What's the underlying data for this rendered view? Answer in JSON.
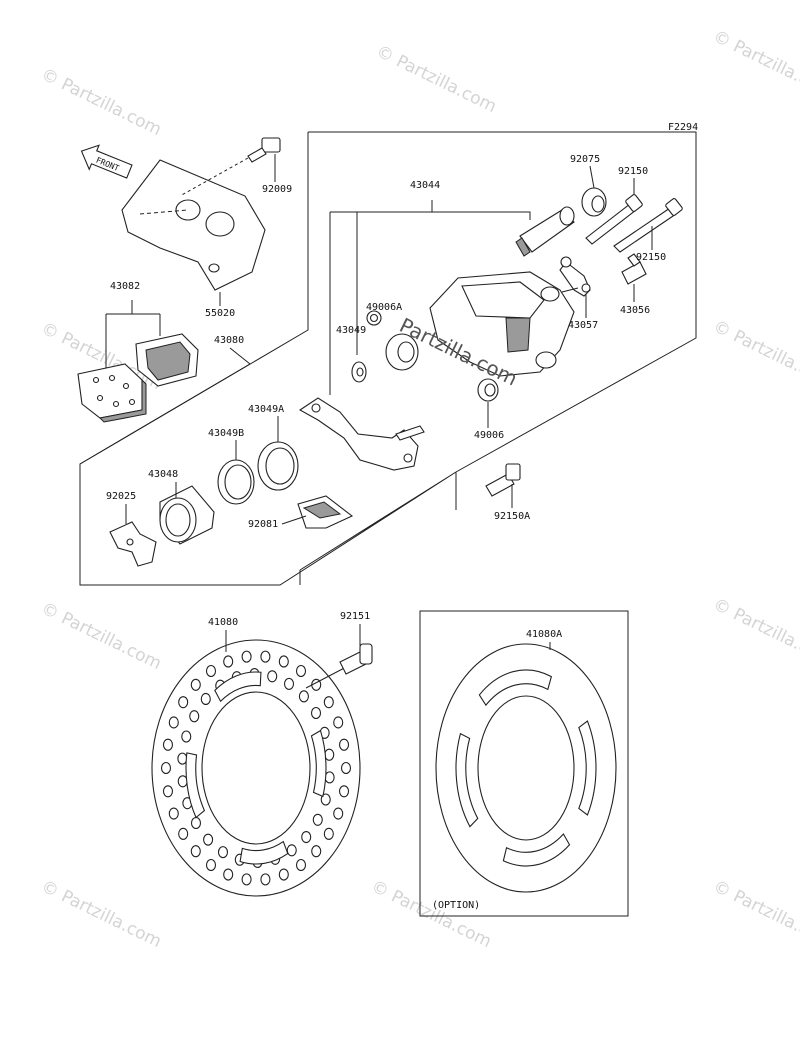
{
  "diagram_id": "F2294",
  "front_label": "FRONT",
  "option_label": "(OPTION)",
  "watermark": "© Partzilla.com",
  "center_watermark": "Partzilla.com",
  "parts": [
    {
      "id": "p-92009",
      "label": "92009"
    },
    {
      "id": "p-55020",
      "label": "55020"
    },
    {
      "id": "p-43082",
      "label": "43082"
    },
    {
      "id": "p-43080",
      "label": "43080"
    },
    {
      "id": "p-43044",
      "label": "43044"
    },
    {
      "id": "p-92075",
      "label": "92075"
    },
    {
      "id": "p-92150a",
      "label": "92150"
    },
    {
      "id": "p-92150b",
      "label": "92150"
    },
    {
      "id": "p-43056",
      "label": "43056"
    },
    {
      "id": "p-43057",
      "label": "43057"
    },
    {
      "id": "p-49006a",
      "label": "49006A"
    },
    {
      "id": "p-43049",
      "label": "43049"
    },
    {
      "id": "p-49006",
      "label": "49006"
    },
    {
      "id": "p-43049a",
      "label": "43049A"
    },
    {
      "id": "p-43049b",
      "label": "43049B"
    },
    {
      "id": "p-43048",
      "label": "43048"
    },
    {
      "id": "p-92025",
      "label": "92025"
    },
    {
      "id": "p-92081",
      "label": "92081"
    },
    {
      "id": "p-92150A",
      "label": "92150A"
    },
    {
      "id": "p-41080",
      "label": "41080"
    },
    {
      "id": "p-92151",
      "label": "92151"
    },
    {
      "id": "p-41080A",
      "label": "41080A"
    }
  ]
}
